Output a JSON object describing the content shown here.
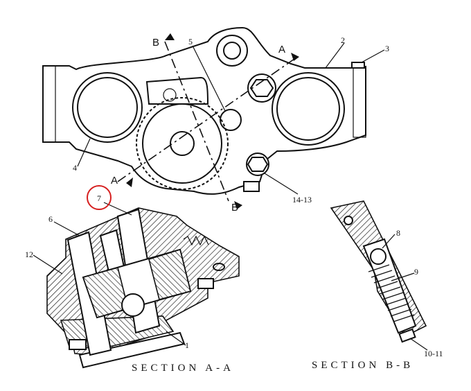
{
  "cut_labels": {
    "b_top": "B",
    "b_bottom": "B",
    "a_right": "A",
    "a_left": "A"
  },
  "callouts": {
    "c1": "1",
    "c2": "2",
    "c3": "3",
    "c4": "4",
    "c5": "5",
    "c6": "6",
    "c7": "7",
    "c8": "8",
    "c9": "9",
    "c12": "12",
    "c1413": "14-13",
    "c1011": "10-11"
  },
  "sections": {
    "aa": "SECTION A-A",
    "bb": "SECTION B-B"
  },
  "highlight": {
    "label": "7",
    "color": "#d62020"
  }
}
